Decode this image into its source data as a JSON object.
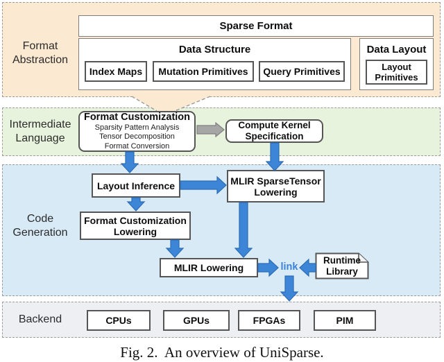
{
  "colors": {
    "section_orange": "#fce9d2",
    "section_green": "#e7f3dc",
    "section_blue": "#d7eaf6",
    "section_backend_gray": "#edeff3",
    "arrow_blue": "#3d85d6",
    "arrow_blue_stroke": "#2d6cb5",
    "arrow_gray": "#a6a6a6",
    "link_text_blue": "#3b82d8"
  },
  "sections": {
    "format_abstraction": {
      "label": "Format Abstraction",
      "sparse_format": {
        "title": "Sparse Format"
      },
      "data_structure": {
        "title": "Data Structure",
        "items": [
          "Index Maps",
          "Mutation Primitives",
          "Query Primitives"
        ]
      },
      "data_layout": {
        "title": "Data Layout",
        "items": [
          "Layout Primitives"
        ]
      }
    },
    "intermediate_language": {
      "label": "Intermediate Language",
      "format_customization": {
        "title": "Format Customization",
        "lines": [
          "Sparsity Pattern Analysis",
          "Tensor Decomposition",
          "Format Conversion"
        ]
      },
      "compute_kernel_specification": {
        "title": "Compute Kernel Specification"
      }
    },
    "code_generation": {
      "label": "Code Generation",
      "nodes": {
        "layout_inference": "Layout Inference",
        "mlir_sparsetensor_lowering": "MLIR SparseTensor Lowering",
        "format_customization_lowering": "Format Customization Lowering",
        "mlir_lowering": "MLIR Lowering",
        "link_label": "link",
        "runtime_library": "Runtime Library"
      }
    },
    "backend": {
      "label": "Backend",
      "items": [
        "CPUs",
        "GPUs",
        "FPGAs",
        "PIM"
      ]
    }
  },
  "caption": "Fig. 2.  An overview of UniSparse."
}
